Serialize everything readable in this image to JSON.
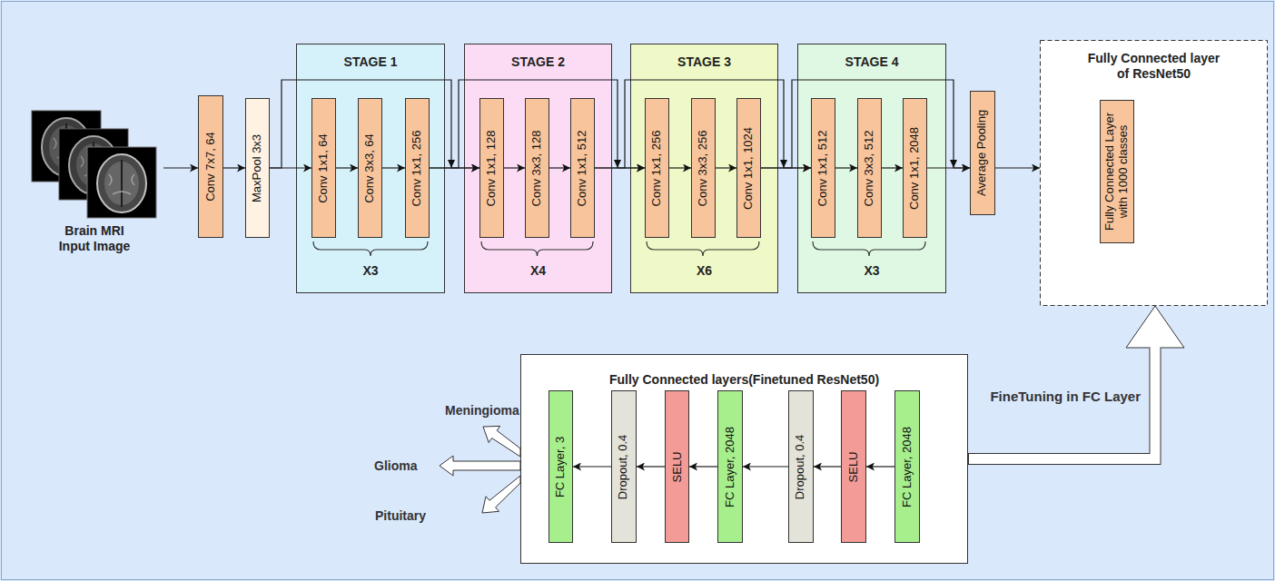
{
  "diagram": {
    "nodes": [
      {
        "text": [
          "Brain MRI Input Image"
        ]
      },
      {
        "text": [
          "Conv 7x7, 64"
        ]
      },
      {
        "text": [
          "MaxPool 3x3"
        ]
      },
      {
        "text": [
          "STAGE 1",
          "X3"
        ]
      },
      {
        "text": [
          "Conv 1x1, 64"
        ],
        "in": 3
      },
      {
        "text": [
          "Conv 3x3, 64"
        ],
        "in": 3
      },
      {
        "text": [
          "Conv 1x1, 256"
        ],
        "in": 3
      },
      {
        "text": [
          "STAGE 2",
          "X4"
        ]
      },
      {
        "text": [
          "Conv 1x1, 128"
        ],
        "in": 7
      },
      {
        "text": [
          "Conv 3x3, 128"
        ],
        "in": 7
      },
      {
        "text": [
          "Conv 1x1, 512"
        ],
        "in": 7
      },
      {
        "text": [
          "STAGE 3",
          "X6"
        ]
      },
      {
        "text": [
          "Conv 1x1, 256"
        ],
        "in": 11
      },
      {
        "text": [
          "Conv 3x3, 256"
        ],
        "in": 11
      },
      {
        "text": [
          "Conv 1x1, 1024"
        ],
        "in": 11
      },
      {
        "text": [
          "STAGE 4",
          "X3"
        ]
      },
      {
        "text": [
          "Conv 1x1, 512"
        ],
        "in": 15
      },
      {
        "text": [
          "Conv 3x3, 512"
        ],
        "in": 15
      },
      {
        "text": [
          "Conv 1x1, 2048"
        ],
        "in": 15
      },
      {
        "text": [
          "Average Pooling"
        ]
      },
      {
        "text": [
          "Fully Connected layer of ResNet50"
        ]
      },
      {
        "text": [
          "Fully Connected Layer with 1000 classes"
        ],
        "in": 20
      },
      {
        "text": [
          "Fully Connected layers(Finetuned ResNet50)"
        ]
      },
      {
        "text": [
          "FC Layer, 3"
        ],
        "in": 22
      },
      {
        "text": [
          "Dropout, 0.4"
        ],
        "in": 22
      },
      {
        "text": [
          "SELU"
        ],
        "in": 22
      },
      {
        "text": [
          "FC Layer, 2048"
        ],
        "in": 22
      },
      {
        "text": [
          "Dropout, 0.4"
        ],
        "in": 22
      },
      {
        "text": [
          "SELU"
        ],
        "in": 22
      },
      {
        "text": [
          "FC Layer, 2048"
        ],
        "in": 22
      }
    ],
    "edges": [
      {
        "from": 0,
        "to": 1,
        "arrow": "to"
      },
      {
        "from": 1,
        "to": 2,
        "arrow": "to"
      },
      {
        "from": 2,
        "to": 4,
        "arrow": "to"
      },
      {
        "from": 4,
        "to": 5,
        "arrow": "to"
      },
      {
        "from": 5,
        "to": 6,
        "arrow": "to"
      },
      {
        "from": 6,
        "to": 8,
        "arrow": "to"
      },
      {
        "from": 8,
        "to": 9,
        "arrow": "to"
      },
      {
        "from": 9,
        "to": 10,
        "arrow": "to"
      },
      {
        "from": 10,
        "to": 12,
        "arrow": "to"
      },
      {
        "from": 12,
        "to": 13,
        "arrow": "to"
      },
      {
        "from": 13,
        "to": 14,
        "arrow": "to"
      },
      {
        "from": 14,
        "to": 16,
        "arrow": "to"
      },
      {
        "from": 16,
        "to": 17,
        "arrow": "to"
      },
      {
        "from": 17,
        "to": 18,
        "arrow": "to"
      },
      {
        "from": 18,
        "to": 19,
        "arrow": "to"
      },
      {
        "from": 19,
        "to": 20,
        "arrow": "to"
      },
      {
        "from": 2,
        "to": 8,
        "arrow": "to"
      },
      {
        "from": 6,
        "to": 12,
        "arrow": "to"
      },
      {
        "from": 10,
        "to": 16,
        "arrow": "to"
      },
      {
        "from": 14,
        "to": 19,
        "arrow": "to"
      },
      {
        "from": 29,
        "to": 28,
        "arrow": "to"
      },
      {
        "from": 28,
        "to": 27,
        "arrow": "to"
      },
      {
        "from": 27,
        "to": 26,
        "arrow": "to"
      },
      {
        "from": 26,
        "to": 25,
        "arrow": "to"
      },
      {
        "from": 25,
        "to": 24,
        "arrow": "to"
      },
      {
        "from": 24,
        "to": 23,
        "arrow": "to"
      },
      {
        "from": 22,
        "to": 20,
        "arrow": "to",
        "label": "FineTuning in FC Layer"
      }
    ],
    "labels": [
      "Meningioma",
      "Glioma",
      "Pituitary"
    ]
  }
}
